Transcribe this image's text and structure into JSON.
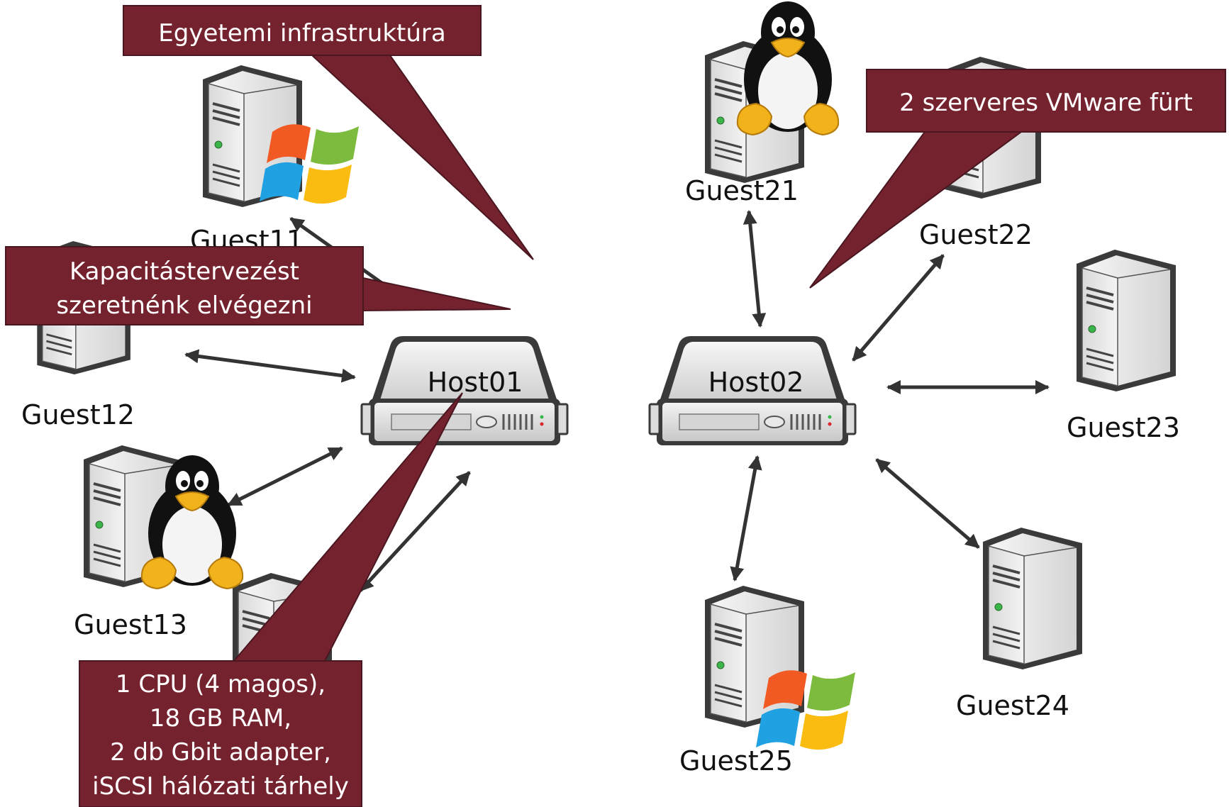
{
  "colors": {
    "callout": "#75222f",
    "callout_border": "#4a1620",
    "callout_text": "#ffffff",
    "arrow": "#333333",
    "server_body": "#eeeeee",
    "server_outline": "#3a3a3a"
  },
  "hosts": [
    {
      "label": "Host01"
    },
    {
      "label": "Host02"
    }
  ],
  "guests": [
    {
      "label": "Guest11",
      "os": "windows-logo-icon"
    },
    {
      "label": "Guest12",
      "os": ""
    },
    {
      "label": "Guest13",
      "os": "tux-linux-icon"
    },
    {
      "label": "Guest21",
      "os": "tux-linux-icon"
    },
    {
      "label": "Guest22",
      "os": ""
    },
    {
      "label": "Guest23",
      "os": ""
    },
    {
      "label": "Guest24",
      "os": ""
    },
    {
      "label": "Guest25",
      "os": "windows-logo-icon"
    }
  ],
  "callouts": {
    "infra": "Egyetemi infrastruktúra",
    "capacity_line1": "Kapacitástervezést",
    "capacity_line2": "szeretnénk elvégezni",
    "cluster": "2 szerveres VMware fürt",
    "specs_line1": "1 CPU (4 magos),",
    "specs_line2": "18 GB RAM,",
    "specs_line3": "2 db Gbit adapter,",
    "specs_line4": "iSCSI hálózati tárhely"
  }
}
